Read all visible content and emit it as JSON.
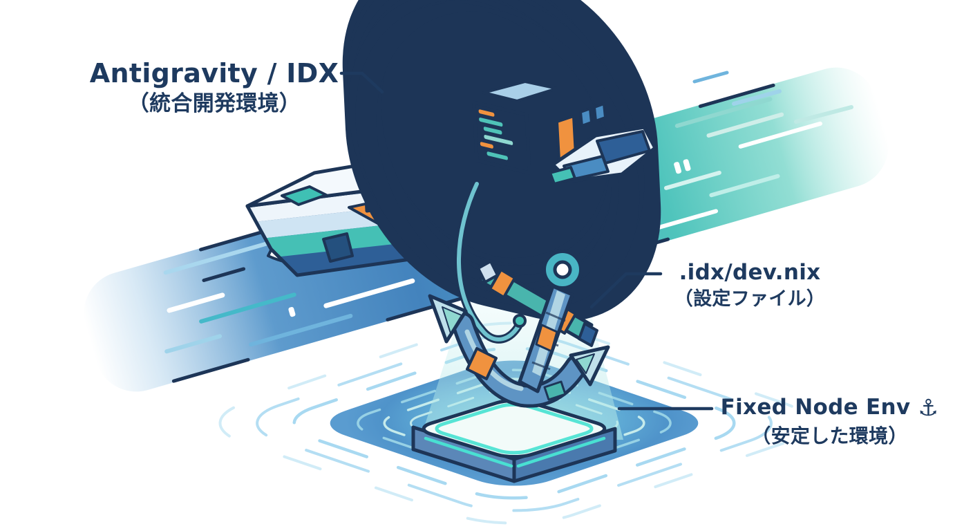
{
  "labels": {
    "ide": {
      "title": "Antigravity / IDX",
      "subtitle": "（統合開発環境）"
    },
    "config": {
      "title": ".idx/dev.nix",
      "subtitle": "（設定ファイル）"
    },
    "env": {
      "title": "Fixed Node Env",
      "subtitle": "（安定した環境）",
      "anchor_glyph": "⚓"
    }
  },
  "illustration": {
    "scene": "ship-ide-dragging-anchor-config-onto-stable-platform",
    "icons": [
      "ship-icon",
      "code-editor-screen-icon",
      "anchor-icon",
      "platform-icon",
      "water-trail-icon",
      "ripples-icon"
    ]
  },
  "palette": {
    "text_navy": "#1e3a5f",
    "outline_navy": "#1d3557",
    "deep_blue": "#2e5f97",
    "mid_blue": "#4a8cc2",
    "light_blue": "#cfe4f3",
    "pale": "#eef5fb",
    "teal": "#3fbdb4",
    "mint": "#8fdcd2",
    "orange": "#f0923f",
    "screen_bg": "#2f4f72",
    "screen_sidebar": "#263f5e",
    "glow": "#bdeae8",
    "ripple_outer": "#a8d9f1",
    "ripple_inner": "#d2f4ef"
  }
}
